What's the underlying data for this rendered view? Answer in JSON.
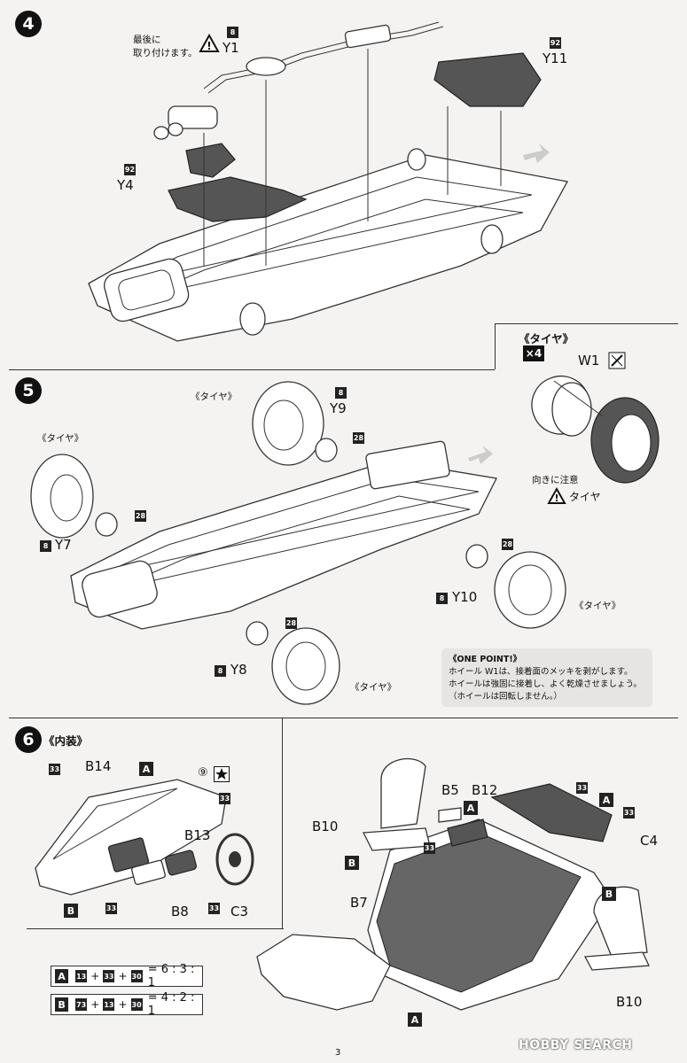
{
  "steps": {
    "s4": {
      "number": "4",
      "parts": {
        "y1": "Y1",
        "y11": "Y11",
        "y4": "Y4"
      },
      "codes": {
        "y1": "8",
        "y11": "92",
        "y4": "92"
      },
      "note_line1": "最後に",
      "note_line2": "取り付けます。"
    },
    "tire_box": {
      "title": "《タイヤ》",
      "qty": "×4",
      "part_w1": "W1",
      "caution": "向きに注意",
      "tire_label": "タイヤ"
    },
    "s5": {
      "number": "5",
      "tire_label": "《タイヤ》",
      "parts": {
        "y9": "Y9",
        "y7": "Y7",
        "y10": "Y10",
        "y8": "Y8"
      },
      "codes": {
        "y9": "8",
        "y7": "8",
        "y10": "8",
        "y8": "8"
      },
      "badge": "28",
      "onepoint": {
        "title": "《ONE POINT!》",
        "line1": "ホイール W1は、接着面のメッキを剥がします。",
        "line2": "ホイールは強固に接着し、よく乾燥させましょう。",
        "line3": "（ホイールは回転しません。）"
      }
    },
    "s6": {
      "number": "6",
      "title": "《内装》",
      "parts": {
        "b14": "B14",
        "b13": "B13",
        "b8": "B8",
        "c3": "C3",
        "b10a": "B10",
        "b5": "B5",
        "b12": "B12",
        "c4": "C4",
        "b7": "B7",
        "b10b": "B10"
      },
      "code33": "33",
      "code9": "⑨",
      "letters": {
        "a": "A",
        "b": "B"
      },
      "ratios": [
        {
          "letter": "A",
          "k1": "13",
          "k2": "33",
          "k3": "30",
          "value": "= 6 : 3 : 1"
        },
        {
          "letter": "B",
          "k1": "73",
          "k2": "13",
          "k3": "30",
          "value": "= 4 : 2 : 1"
        }
      ]
    }
  },
  "page_number": "3",
  "watermark": "HOBBY SEARCH"
}
